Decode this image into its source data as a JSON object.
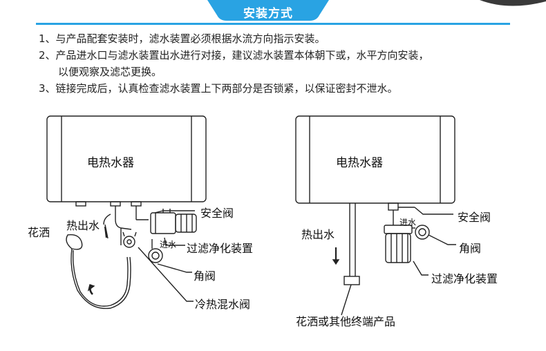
{
  "header": {
    "title": "安装方式",
    "accent_color": "#29a3e3"
  },
  "steps": [
    {
      "number": "1、",
      "text": "与产品配套安装时，滤水装置必须根据水流方向指示安装。"
    },
    {
      "number": "2、",
      "text": "产品进水口与滤水装置出水进行对接，建议滤水装置本体朝下或，水平方向安装，",
      "continuation": "以便观察及滤芯更换。"
    },
    {
      "number": "3、",
      "text": "链接完成后，认真检查滤水装置上下两部分是否锁紧，以保证密封不泄水。"
    }
  ],
  "left_diagram": {
    "heater_label": "电热水器",
    "safety_valve": "安全阀",
    "hot_water_out": "热出水",
    "shower": "花洒",
    "water_in": "进水",
    "filter": "过滤净化装置",
    "angle_valve": "角阀",
    "mixing_valve": "冷热混水阀"
  },
  "right_diagram": {
    "heater_label": "电热水器",
    "safety_valve": "安全阀",
    "water_in": "进水",
    "hot_water_out": "热出水",
    "angle_valve": "角阀",
    "filter": "过滤净化装置",
    "terminal": "花洒或其他终端产品"
  }
}
